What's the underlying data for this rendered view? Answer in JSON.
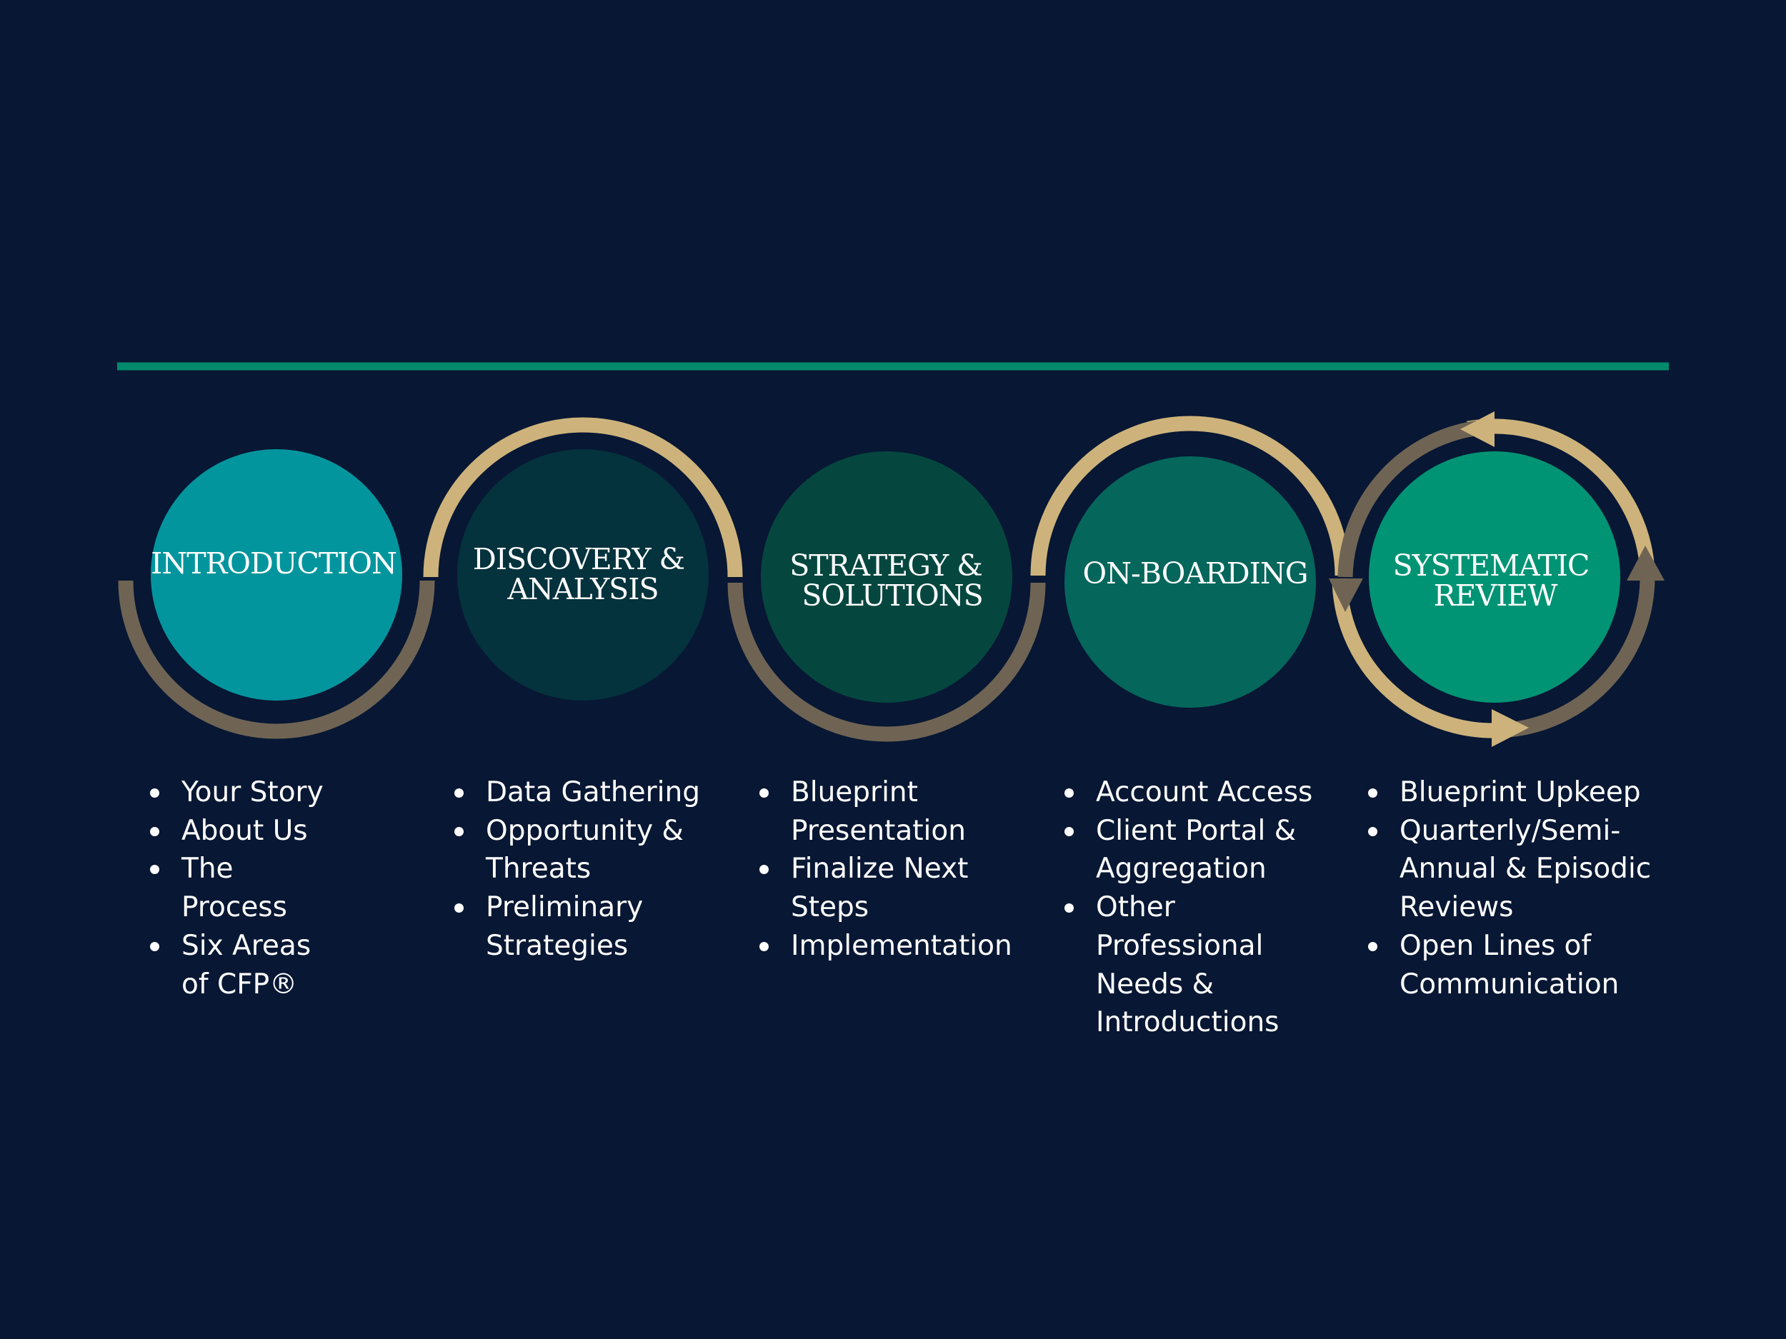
{
  "steps": [
    {
      "title_lines": [
        "INTRODUCTION"
      ],
      "color": "#03959d",
      "items": [
        "Your Story",
        "About Us",
        "The Process",
        "Six Areas of CFP®"
      ]
    },
    {
      "title_lines": [
        "DISCOVERY &",
        "ANALYSIS"
      ],
      "color": "#04323d",
      "items": [
        "Data Gathering",
        "Opportunity & Threats",
        "Preliminary Strategies"
      ]
    },
    {
      "title_lines": [
        "STRATEGY &",
        "SOLUTIONS"
      ],
      "color": "#05473f",
      "items": [
        "Blueprint Presentation",
        "Finalize Next Steps",
        "Implementation"
      ]
    },
    {
      "title_lines": [
        "ON-BOARDING"
      ],
      "color": "#05665b",
      "items": [
        "Account Access",
        "Client Portal & Aggregation",
        "Other Professional Needs & Introductions"
      ]
    },
    {
      "title_lines": [
        "SYSTEMATIC",
        "REVIEW"
      ],
      "color": "#009474",
      "items": [
        "Blueprint Upkeep",
        "Quarterly/Semi-Annual & Episodic Reviews",
        "Open Lines of Communication"
      ]
    }
  ],
  "colors": {
    "background": "#081733",
    "divider": "#008a6c",
    "arc_gold": "#cdb37b",
    "arc_taupe": "#6f6454",
    "text": "#ffffff"
  }
}
